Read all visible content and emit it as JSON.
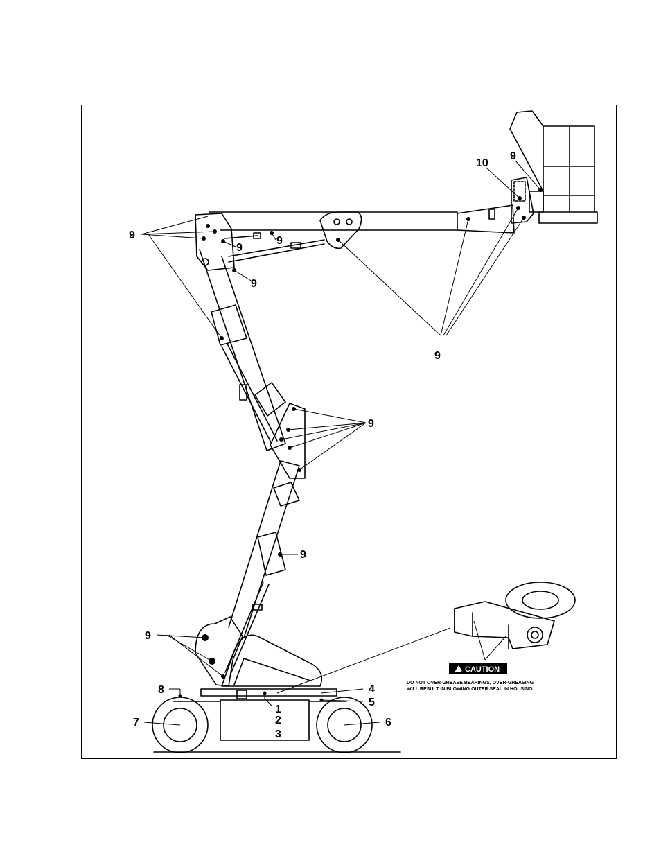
{
  "figure": {
    "labels": {
      "l1": "1",
      "l2": "2",
      "l3": "3",
      "l4": "4",
      "l5": "5",
      "l6": "6",
      "l7": "7",
      "l8": "8",
      "l9": "9",
      "l10": "10"
    },
    "caution": {
      "badge": "CAUTION",
      "line1": "DO NOT OVER-GREASE BEARINGS, OVER-GREASING",
      "line2": "WILL RESULT IN BLOWING OUTER SEAL IN HOUSING."
    }
  }
}
